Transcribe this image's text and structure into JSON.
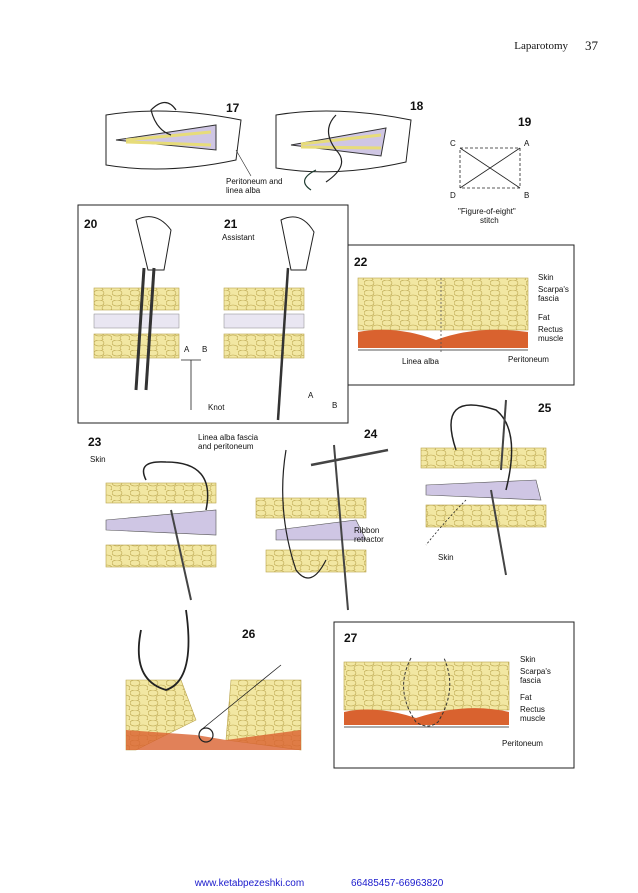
{
  "header": {
    "running_title": "Laparotomy",
    "page_number": "37"
  },
  "figures": {
    "f17": {
      "number": "17"
    },
    "f18": {
      "number": "18"
    },
    "f17_18_label": [
      "Peritoneum and",
      "linea alba"
    ],
    "f19": {
      "number": "19",
      "points": [
        "C",
        "A",
        "D",
        "B"
      ],
      "caption": [
        "\"Figure-of-eight\"",
        "stitch"
      ]
    },
    "f20": {
      "number": "20",
      "labels": [
        "A",
        "B",
        "Knot"
      ]
    },
    "f21": {
      "number": "21",
      "label": "Assistant",
      "labels": [
        "A",
        "B"
      ]
    },
    "f22": {
      "number": "22",
      "labels": [
        "Skin",
        "Scarpa's",
        "fascia",
        "Fat",
        "Rectus",
        "muscle",
        "Linea alba",
        "Peritoneum"
      ]
    },
    "f23": {
      "number": "23",
      "labels": [
        "Skin",
        "Linea alba fascia",
        "and peritoneum"
      ]
    },
    "f24": {
      "number": "24",
      "labels": [
        "Ribbon",
        "retractor"
      ]
    },
    "f25": {
      "number": "25",
      "labels": [
        "Skin"
      ]
    },
    "f26": {
      "number": "26"
    },
    "f27": {
      "number": "27",
      "labels": [
        "Skin",
        "Scarpa's",
        "fascia",
        "Fat",
        "Rectus",
        "muscle",
        "Peritoneum"
      ]
    }
  },
  "colors": {
    "fat": "#f2e7a2",
    "fat_outline": "#b8a24a",
    "muscle": "#d9622f",
    "fascia": "#cfc6e4",
    "ink": "#222222",
    "link": "#1a1acc"
  },
  "footer": {
    "website": "www.ketabpezeshki.com",
    "phone": "66485457-66963820"
  }
}
